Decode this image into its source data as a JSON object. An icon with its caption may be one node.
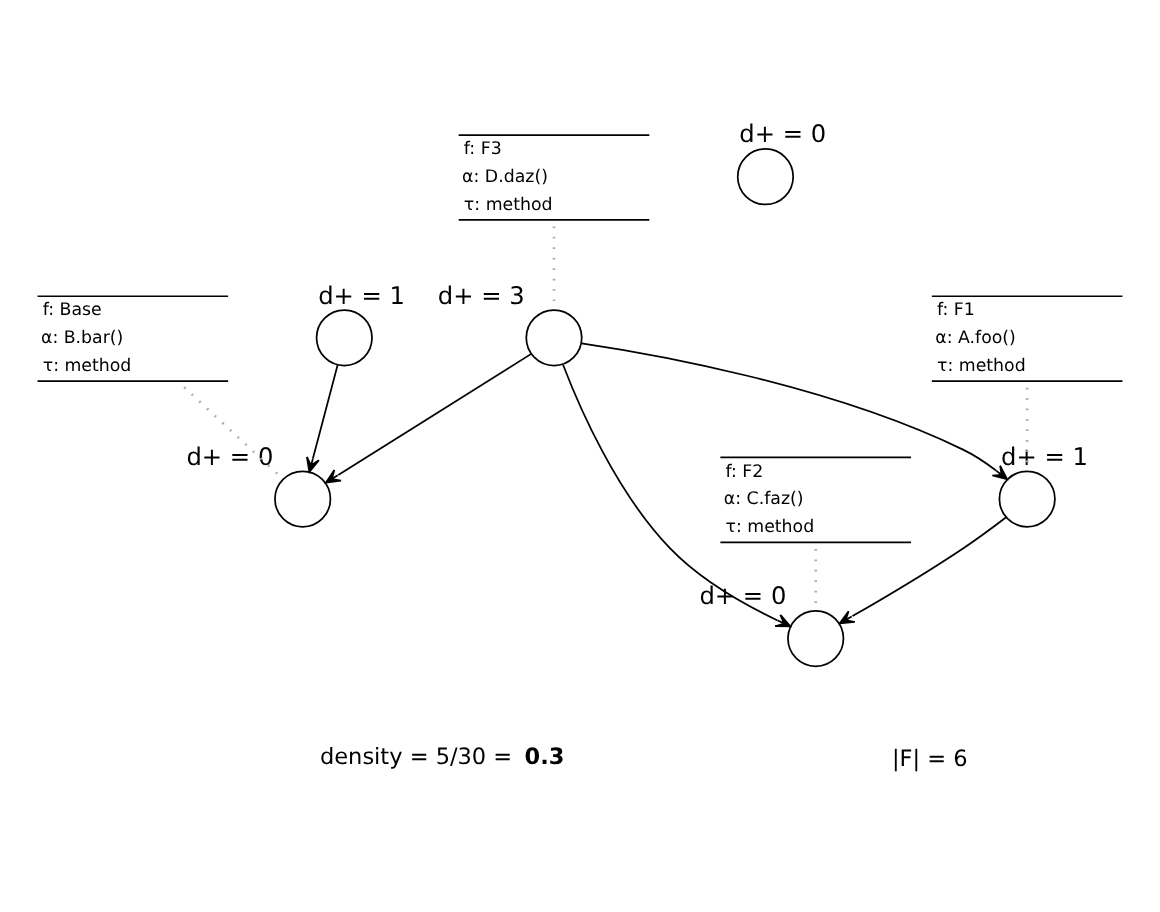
{
  "diagram": {
    "nodes": [
      {
        "text": [
          "f: Base",
          "α: B.bar()",
          "τ: method"
        ]
      },
      {
        "text": [
          "f: F1",
          "α: A.foo()",
          "τ: method"
        ]
      },
      {
        "text": [],
        "shape": "circle",
        "beside": [
          "d+ = 0"
        ]
      },
      {
        "text": [],
        "shape": "circle",
        "beside": [
          "d+ = 1"
        ]
      },
      {
        "text": [],
        "shape": "circle",
        "beside": [
          "d+ = 0"
        ]
      },
      {
        "text": [],
        "shape": "circle",
        "beside": [
          "d+ = 1"
        ]
      },
      {
        "text": [
          "f: F2",
          "α: C.faz()",
          "τ: method"
        ]
      },
      {
        "text": [],
        "shape": "circle",
        "beside": [
          "d+ = 0"
        ]
      },
      {
        "text": [
          "f: F3",
          "α: D.daz()",
          "τ: method"
        ]
      },
      {
        "text": [],
        "shape": "circle",
        "beside": [
          "d+ = 3"
        ]
      }
    ],
    "edges": [
      {
        "from": 3,
        "to": 2,
        "arrow": "to"
      },
      {
        "from": 9,
        "to": 2,
        "arrow": "to"
      },
      {
        "from": 9,
        "to": 5,
        "arrow": "to"
      },
      {
        "from": 9,
        "to": 7,
        "arrow": "to"
      },
      {
        "from": 5,
        "to": 7,
        "arrow": "to"
      },
      {
        "from": 0,
        "to": 2,
        "arrow": "none",
        "style": "dashed",
        "color": "#aaaaaa"
      },
      {
        "from": 1,
        "to": 5,
        "arrow": "none",
        "style": "dashed",
        "color": "#aaaaaa"
      },
      {
        "from": 6,
        "to": 7,
        "arrow": "none",
        "style": "dashed",
        "color": "#aaaaaa"
      },
      {
        "from": 8,
        "to": 9,
        "arrow": "none",
        "style": "dashed",
        "color": "#aaaaaa"
      }
    ],
    "labels": [
      "density = 5/30 = **0.3**",
      "|F| = 6"
    ]
  }
}
